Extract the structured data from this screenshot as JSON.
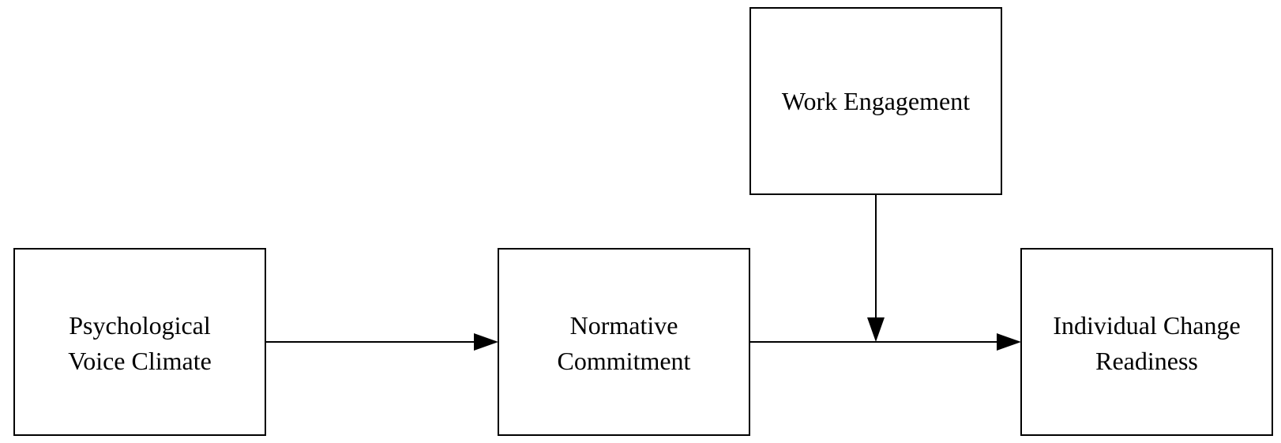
{
  "diagram": {
    "nodes": [
      {
        "id": "psychological-voice-climate",
        "lines": [
          "Psychological",
          "Voice Climate"
        ]
      },
      {
        "id": "normative-commitment",
        "lines": [
          "Normative",
          "Commitment"
        ]
      },
      {
        "id": "work-engagement",
        "lines": [
          "Work Engagement"
        ]
      },
      {
        "id": "individual-change-readiness",
        "lines": [
          "Individual Change",
          "Readiness"
        ]
      }
    ],
    "edges": [
      {
        "from": "psychological-voice-climate",
        "to": "normative-commitment"
      },
      {
        "from": "normative-commitment",
        "to": "individual-change-readiness"
      },
      {
        "from": "work-engagement",
        "to": "normative-commitment->individual-change-readiness"
      }
    ],
    "colors": {
      "stroke": "#000000",
      "background": "#ffffff"
    }
  }
}
